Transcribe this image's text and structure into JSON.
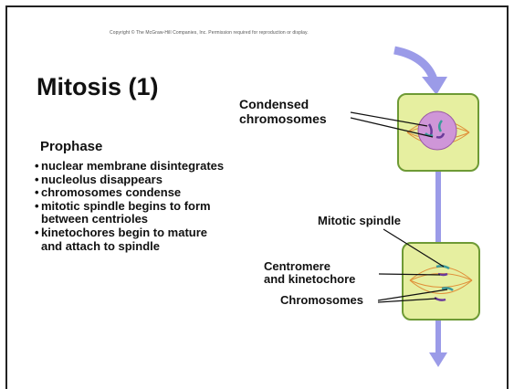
{
  "slide": {
    "copyright": "Copyright © The McGraw-Hill Companies, Inc. Permission required for reproduction or display.",
    "title": "Mitosis (1)",
    "subhead": "Prophase",
    "bullets": [
      {
        "line1": "nuclear membrane disintegrates"
      },
      {
        "line1": "nucleolus disappears"
      },
      {
        "line1": "chromosomes condense"
      },
      {
        "line1": "mitotic spindle begins to form",
        "line2": "between centrioles"
      },
      {
        "line1": "kinetochores begin to mature",
        "line2": "and attach to spindle"
      }
    ],
    "bullet_marker": "•"
  },
  "labels": {
    "condensed_line1": "Condensed",
    "condensed_line2": "chromosomes",
    "mitotic_spindle": "Mitotic spindle",
    "centromere_line1": "Centromere",
    "centromere_line2": "and kinetochore",
    "chromosomes": "Chromosomes"
  },
  "colors": {
    "cell_fill": "#e6efa0",
    "cell_border": "#6e9a35",
    "arrow": "#9b9be8",
    "nucleus": "#cf96d8",
    "spindle": "#e0903a",
    "chromosome_teal": "#3a9a9a",
    "chromosome_purple": "#6a3a9a"
  }
}
